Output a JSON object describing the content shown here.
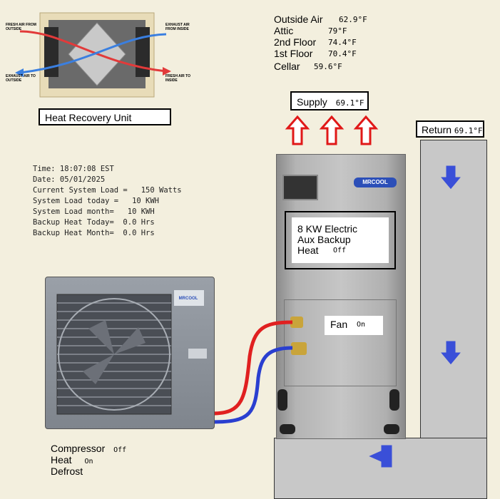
{
  "hru": {
    "label": "Heat Recovery Unit",
    "tags": [
      "FRESH AIR FROM OUTSIDE",
      "EXHAUST AIR FROM INSIDE",
      "EXHAUST AIR TO OUTSIDE",
      "FRESH AIR TO INSIDE"
    ]
  },
  "temps": [
    {
      "label": "Outside Air",
      "value": "62.9°F"
    },
    {
      "label": "Attic",
      "value": "79°F"
    },
    {
      "label": "2nd Floor",
      "value": "74.4°F"
    },
    {
      "label": "1st Floor",
      "value": "70.4°F"
    },
    {
      "label": "Cellar",
      "value": "59.6°F"
    }
  ],
  "supply": {
    "label": "Supply",
    "value": "69.1°F"
  },
  "return": {
    "label": "Return",
    "value": "69.1°F"
  },
  "status": {
    "time": "Time: 18:07:08 EST",
    "date": "Date: 05/01/2025",
    "load": "Current System Load =   150 Watts",
    "today": "System Load today =   10 KWH",
    "month": "System Load month=   10 KWH",
    "backup_today": "Backup Heat Today=  0.0 Hrs",
    "backup_month": "Backup Heat Month=  0.0 Hrs"
  },
  "aux": {
    "line1": "8 KW Electric",
    "line2": "Aux Backup",
    "line3": "Heat",
    "state": "Off"
  },
  "fan": {
    "label": "Fan",
    "state": "On"
  },
  "brand": "MRCOOL",
  "outdoor": {
    "compressor": {
      "label": "Compressor",
      "state": "Off"
    },
    "heat": {
      "label": "Heat",
      "state": "On"
    },
    "defrost": {
      "label": "Defrost"
    }
  },
  "colors": {
    "arrow_red": "#e01818",
    "arrow_blue": "#3a4fd8",
    "line_red": "#e02020",
    "line_blue": "#2a3fd0",
    "background": "#f3efde"
  }
}
